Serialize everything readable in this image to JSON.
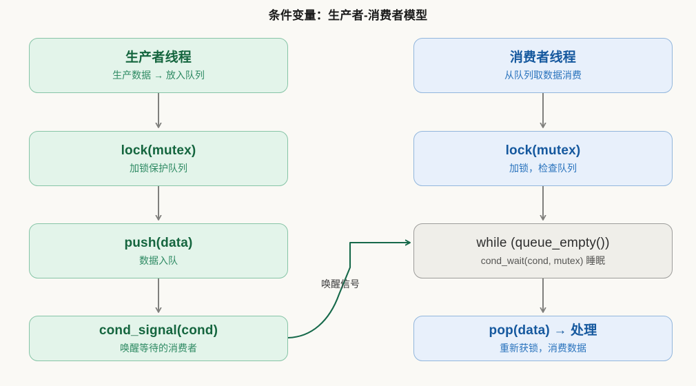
{
  "title": "条件变量：生产者-消费者模型",
  "colors": {
    "background": "#faf9f5",
    "green_fill": "#e3f4ea",
    "green_border": "#86c4a6",
    "green_text": "#14653e",
    "green_subtext": "#2e8a63",
    "blue_fill": "#e8f0fb",
    "blue_border": "#92b6dc",
    "blue_text": "#15589e",
    "blue_subtext": "#2a73bd",
    "gray_fill": "#efeee9",
    "gray_border": "#9c9c9a",
    "gray_text": "#2d2d2d",
    "arrow": "#7f7f7c",
    "signal_arrow": "#16694a"
  },
  "producer_column": {
    "nodes": [
      {
        "title": "生产者线程",
        "subtitle": "生产数据 → 放入队列"
      },
      {
        "title": "lock(mutex)",
        "subtitle": "加锁保护队列"
      },
      {
        "title": "push(data)",
        "subtitle": "数据入队"
      },
      {
        "title": "cond_signal(cond)",
        "subtitle": "唤醒等待的消费者"
      }
    ]
  },
  "consumer_column": {
    "nodes": [
      {
        "title": "消费者线程",
        "subtitle": "从队列取数据消费"
      },
      {
        "title": "lock(mutex)",
        "subtitle": "加锁，检查队列"
      },
      {
        "title": "while (queue_empty())",
        "subtitle": "cond_wait(cond, mutex) 睡眠"
      },
      {
        "title": "pop(data) → 处理",
        "subtitle": "重新获锁，消费数据"
      }
    ]
  },
  "edges": {
    "signal_label": "唤醒信号"
  }
}
